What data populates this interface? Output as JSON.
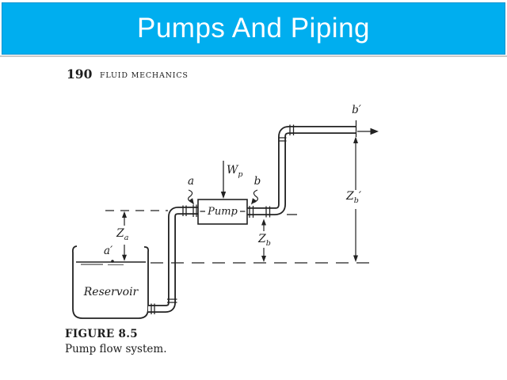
{
  "slide": {
    "title": "Pumps And Piping",
    "accent_color": "#00aeef"
  },
  "page": {
    "page_number": "190",
    "running_header": "FLUID MECHANICS",
    "caption_title": "FIGURE 8.5",
    "caption_text": "Pump flow system."
  },
  "diagram": {
    "ink_color": "#222222",
    "labels": {
      "wp": {
        "main": "W",
        "sub": "p"
      },
      "a": {
        "main": "a"
      },
      "b": {
        "main": "b"
      },
      "a_prime": {
        "main": "a",
        "prime": "′"
      },
      "b_prime": {
        "main": "b",
        "prime": "′"
      },
      "za": {
        "main": "Z",
        "sub": "a"
      },
      "zb": {
        "main": "Z",
        "sub": "b"
      },
      "zb_prime": {
        "main": "Z",
        "sub": "b",
        "prime": "′"
      },
      "pump": {
        "main": "Pump"
      },
      "reservoir": {
        "main": "Reservoir"
      }
    }
  }
}
